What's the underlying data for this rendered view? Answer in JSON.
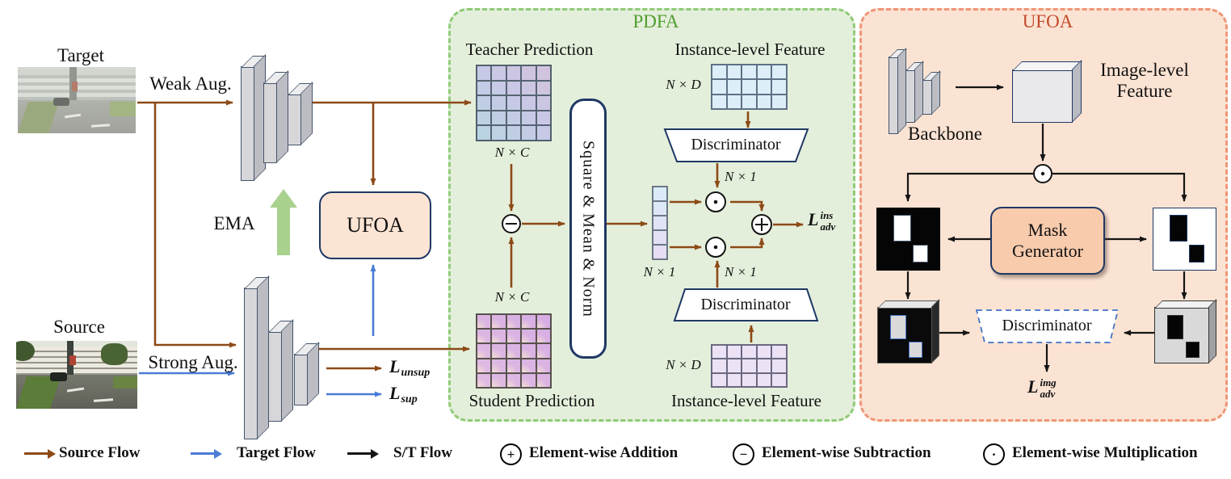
{
  "left": {
    "target_label": "Target",
    "source_label": "Source",
    "weak_aug_label": "Weak Aug.",
    "strong_aug_label": "Strong Aug.",
    "ema_label": "EMA",
    "ufoa_box_label": "UFOA"
  },
  "losses": {
    "unsup": {
      "base": "L",
      "sub": "unsup"
    },
    "sup": {
      "base": "L",
      "sub": "sup"
    },
    "ins": {
      "base": "L",
      "sub": "adv",
      "sup": "ins"
    },
    "img": {
      "base": "L",
      "sub": "adv",
      "sup": "img"
    }
  },
  "pdfa": {
    "title": "PDFA",
    "teacher_prediction_label": "Teacher Prediction",
    "student_prediction_label": "Student Prediction",
    "instance_feature_label": "Instance-level Feature",
    "smn_label": "Square & Mean & Norm",
    "discriminator_label": "Discriminator",
    "dim_nc": "N × C",
    "dim_n1": "N × 1",
    "dim_nd": "N × D"
  },
  "ufoa": {
    "title": "UFOA",
    "backbone_label": "Backbone",
    "image_feature_label": "Image-level Feature",
    "mask_generator_label": "Mask Generator",
    "discriminator_label": "Discriminator"
  },
  "legend": {
    "source_flow": "Source Flow",
    "target_flow": "Target Flow",
    "st_flow": "S/T Flow",
    "addition": "Element-wise Addition",
    "subtraction": "Element-wise Subtraction",
    "multiplication": "Element-wise Multiplication",
    "op_add_glyph": "+",
    "op_sub_glyph": "−",
    "op_mul_glyph": "·"
  },
  "colors": {
    "source_flow": "#8c4a17",
    "target_flow": "#4a7cd6",
    "st_flow": "#151515",
    "pdfa_bg": "#e4efdb",
    "pdfa_border": "#8fca77",
    "pdfa_title": "#4f9d2f",
    "ufoa_bg": "#fbe3d3",
    "ufoa_border": "#ef9677",
    "ufoa_title": "#c2492a",
    "ema_arrow": "#a9d18e",
    "ufoa_box_bg": "#fce4d4",
    "mask_generator_bg": "#f8cbad",
    "box_border": "#1f3864"
  }
}
